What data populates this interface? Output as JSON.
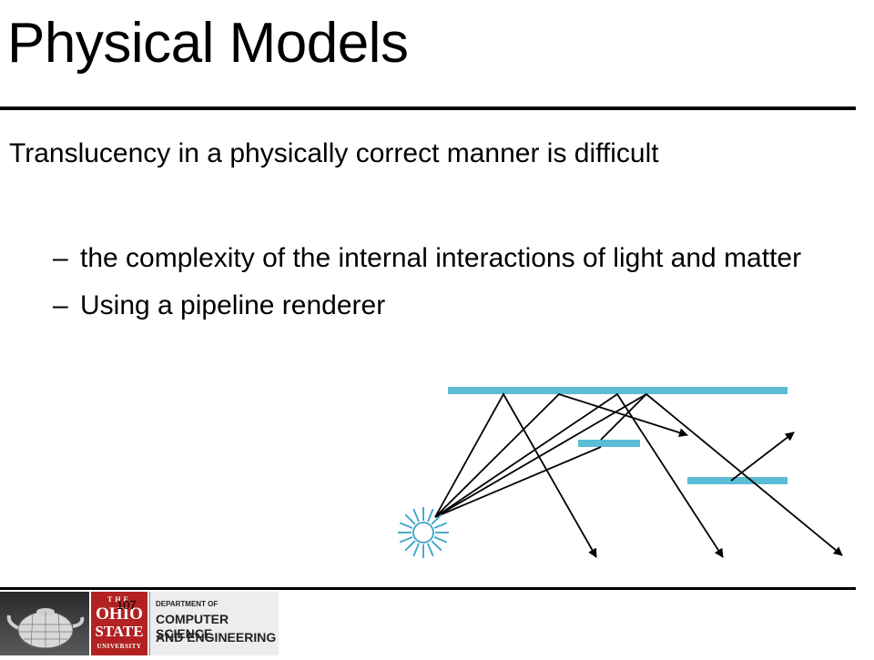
{
  "slide": {
    "title": "Physical Models",
    "body": "Translucency in a physically correct manner is difficult",
    "bullets": [
      {
        "dash": "–",
        "text": "the complexity of the internal interactions of light and matter"
      },
      {
        "dash": "–",
        "text": "Using a pipeline renderer"
      }
    ],
    "page_number": "107"
  },
  "footer": {
    "osu_top": "THE",
    "osu_ohio": "OHIO",
    "osu_state": "STATE",
    "osu_university": "UNIVERSITY",
    "dept_line1": "DEPARTMENT OF",
    "dept_line2": "COMPUTER SCIENCE",
    "dept_line3": "AND ENGINEERING"
  },
  "colors": {
    "surface": "#5bbcd6",
    "ray": "#000000",
    "light_source": "#3aa3c4",
    "osu_red": "#b22222"
  },
  "icons": {
    "light": "light-source-icon",
    "logo": "teapot-logo-icon"
  }
}
